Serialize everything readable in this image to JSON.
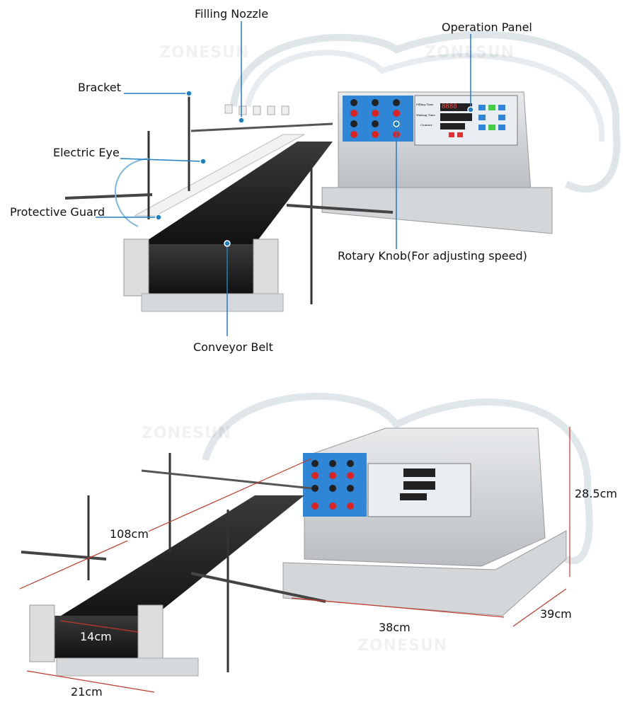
{
  "watermark": "ZONESUN",
  "labels": {
    "filling_nozzle": "Filling Nozzle",
    "operation_panel": "Operation Panel",
    "bracket": "Bracket",
    "electric_eye": "Electric Eye",
    "protective_guard": "Protective Guard",
    "rotary_knob": "Rotary Knob(For adjusting speed)",
    "conveyor_belt": "Conveyor Belt"
  },
  "panel": {
    "filling_time": "Filling Time",
    "waiting_time": "Waiting Time",
    "counter": "Counter",
    "display": "8888"
  },
  "dimensions": {
    "length": "108cm",
    "height": "28.5cm",
    "pump_width": "38cm",
    "pump_depth": "39cm",
    "belt_width": "14cm",
    "conveyor_width": "21cm"
  },
  "colors": {
    "callout": "#1e7fc2",
    "dimension": "#c0392b",
    "panel_blue": "#2f86d6"
  }
}
